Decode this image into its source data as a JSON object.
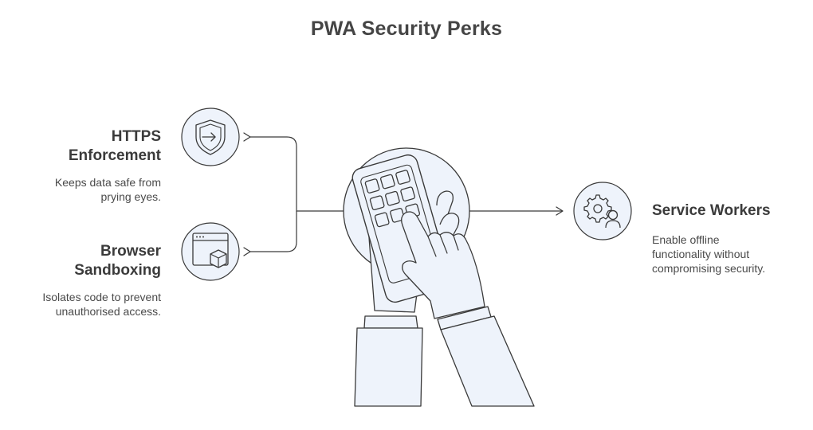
{
  "title": "PWA Security Perks",
  "items": [
    {
      "heading_lines": [
        "HTTPS",
        "Enforcement"
      ],
      "desc_lines": [
        "Keeps data safe from",
        "prying eyes."
      ],
      "icon": "shield-icon"
    },
    {
      "heading_lines": [
        "Browser",
        "Sandboxing"
      ],
      "desc_lines": [
        "Isolates code to prevent",
        "unauthorised access."
      ],
      "icon": "browser-box-icon"
    },
    {
      "heading_lines": [
        "Service Workers"
      ],
      "desc_lines": [
        "Enable offline",
        "functionality without",
        "compromising security."
      ],
      "icon": "gear-person-icon"
    }
  ],
  "colors": {
    "circle_fill": "#eef3fb",
    "stroke": "#3a3a3a",
    "text": "#3d3d3d"
  },
  "central_icon": "hands-holding-phone-icon"
}
